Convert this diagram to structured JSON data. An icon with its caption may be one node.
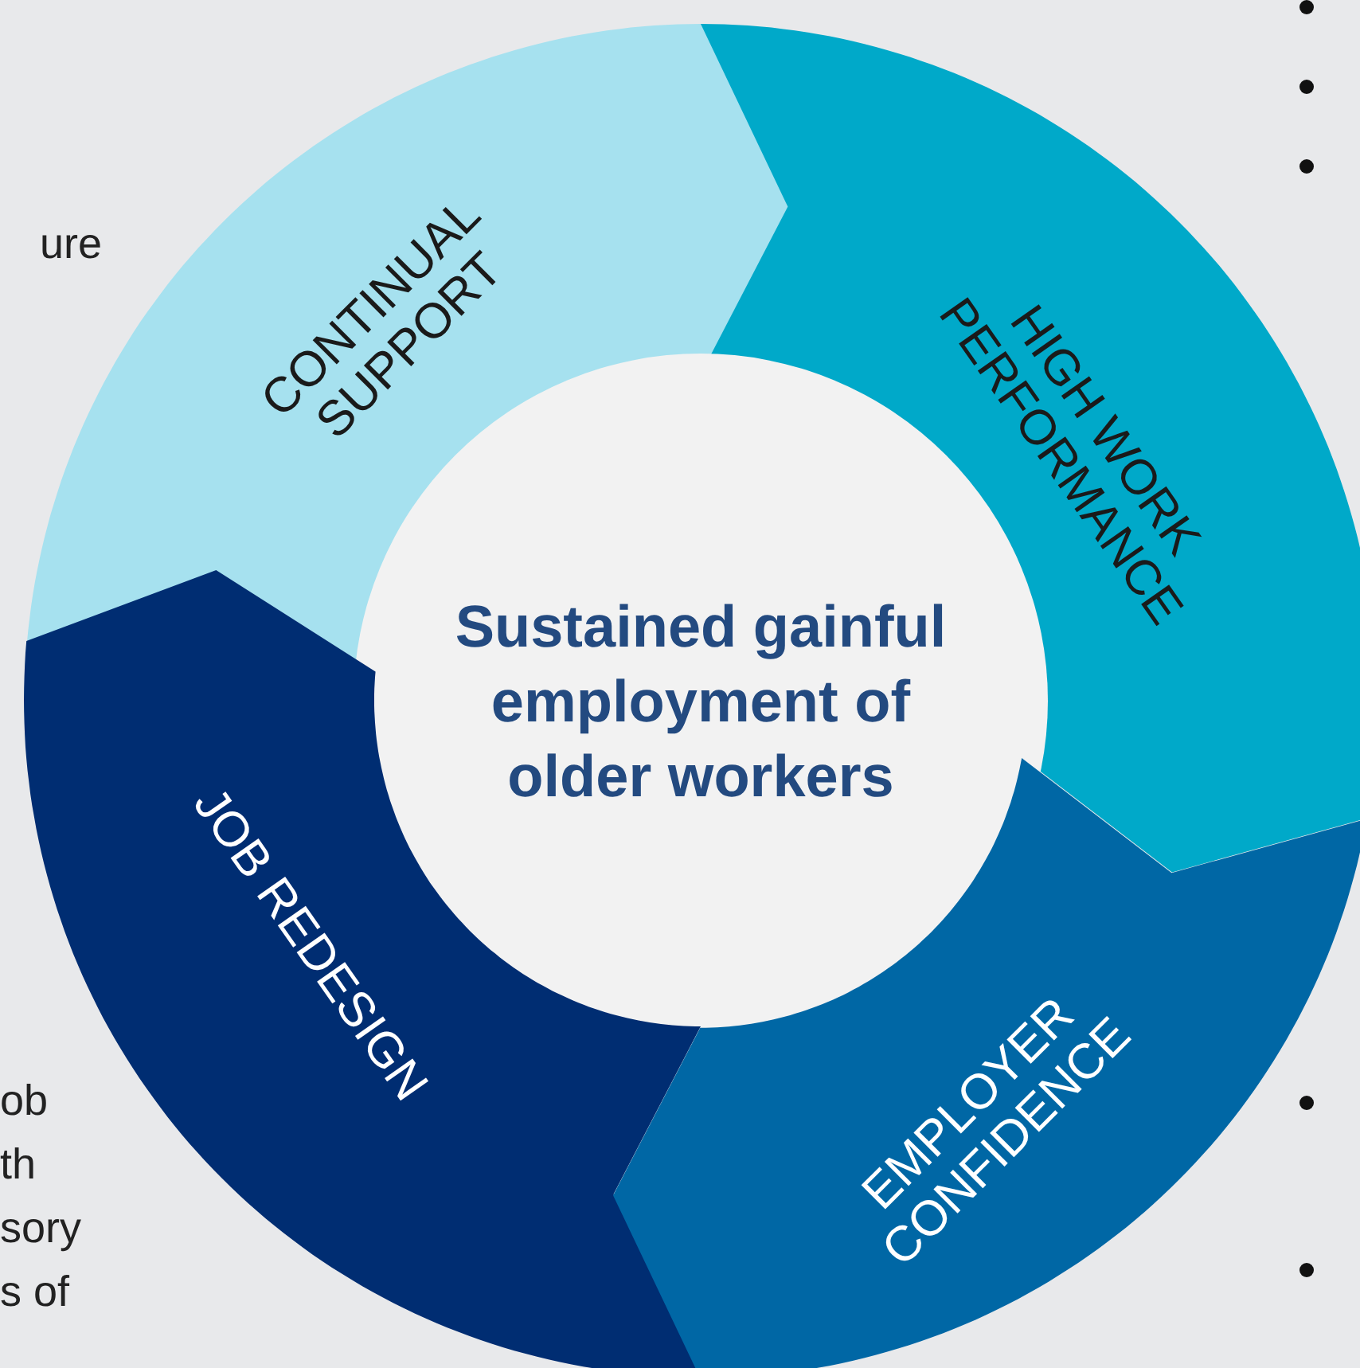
{
  "diagram": {
    "nodes": [
      {
        "text": [
          "CONTINUAL SUPPORT"
        ]
      },
      {
        "text": [
          "HIGH WORK PERFORMANCE"
        ]
      },
      {
        "text": [
          "Sustained gainful employment of older workers"
        ]
      },
      {
        "text": [
          "JOB REDESIGN"
        ]
      },
      {
        "text": [
          "EMPLOYER CONFIDENCE"
        ]
      }
    ],
    "edges": [],
    "labels": [
      "ure",
      "ob",
      "th",
      "sory",
      "s of"
    ]
  }
}
